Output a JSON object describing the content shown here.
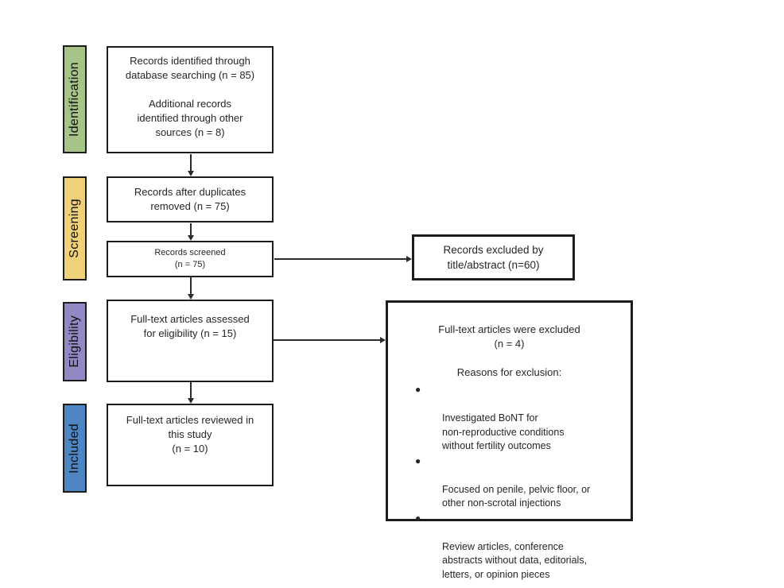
{
  "diagram": {
    "title": "PRISMA flow diagram",
    "colors": {
      "identification": "#a6c487",
      "screening": "#f0d078",
      "eligibility": "#9288c4",
      "included": "#4e86c4",
      "box_border": "#1c1c1c",
      "arrow": "#2b2b2b"
    },
    "stages": [
      {
        "label": "Identification"
      },
      {
        "label": "Screening"
      },
      {
        "label": "Eligibility"
      },
      {
        "label": "Included"
      }
    ],
    "boxes": {
      "identification": "Records identified through\ndatabase searching (n = 85)\n\nAdditional records\nidentified through other\nsources (n = 8)",
      "duplicates_removed": "Records after duplicates\nremoved (n = 75)",
      "records_screened": "Records screened\n(n = 75)",
      "fulltext_assessed": "Full-text articles assessed\nfor eligibility (n = 15)",
      "fulltext_reviewed": "Full-text articles reviewed in\nthis study\n(n = 10)",
      "records_excluded": "Records excluded by\ntitle/abstract (n=60)"
    },
    "big_exclusion_box": {
      "heading": "Full-text articles were excluded\n(n = 4)",
      "reasons_title": "Reasons for exclusion:",
      "bullet_glyph": "●",
      "bullets": [
        "Investigated BoNT for\nnon-reproductive conditions\nwithout fertility outcomes",
        "Focused on penile, pelvic floor, or\nother non-scrotal injections",
        "Review articles, conference\nabstracts without data, editorials,\nletters, or opinion pieces"
      ]
    }
  }
}
